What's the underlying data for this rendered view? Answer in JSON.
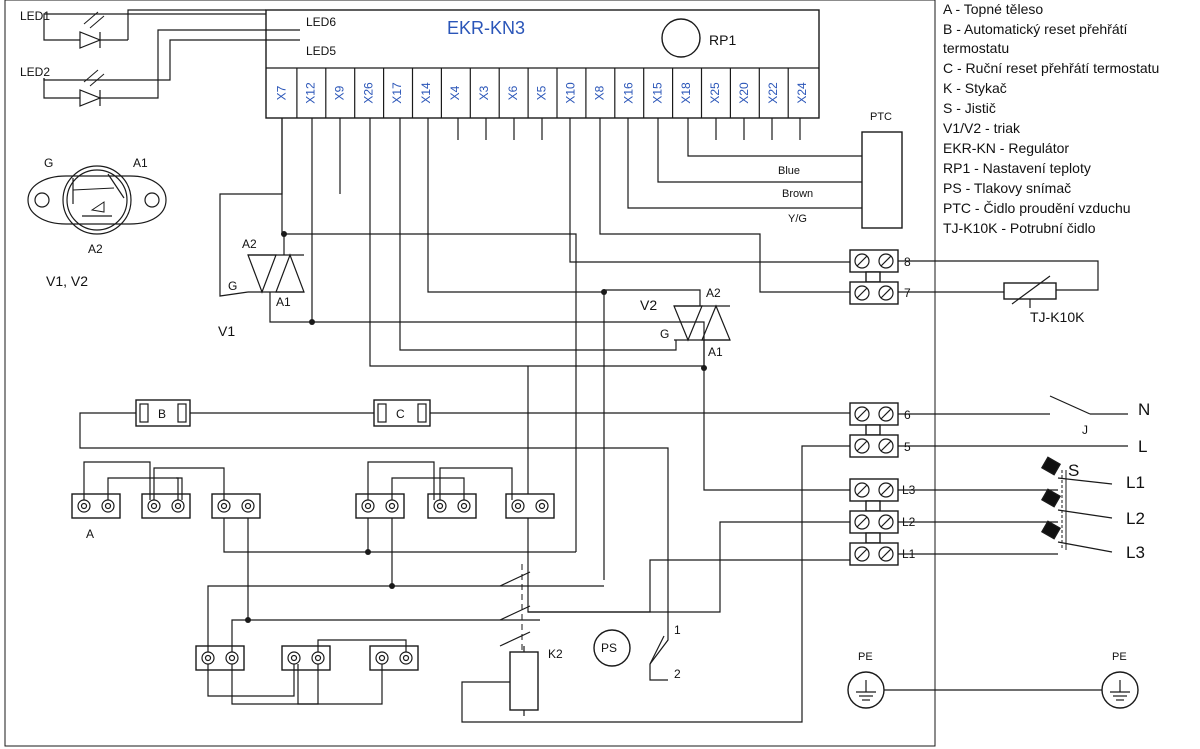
{
  "controller": {
    "title": "EKR-KN3",
    "potentiometer": "RP1",
    "led_tab_labels": [
      "LED6",
      "LED5"
    ],
    "pins": [
      "X7",
      "X12",
      "X9",
      "X26",
      "X17",
      "X14",
      "X4",
      "X3",
      "X6",
      "X5",
      "X10",
      "X8",
      "X16",
      "X15",
      "X18",
      "X25",
      "X20",
      "X22",
      "X24"
    ]
  },
  "leds": [
    "LED1",
    "LED2"
  ],
  "triac_footprint": {
    "label": "V1, V2",
    "pin_g": "G",
    "pin_a1": "A1",
    "pin_a2": "A2"
  },
  "triac_v1": {
    "name": "V1",
    "a2": "A2",
    "g": "G",
    "a1": "A1"
  },
  "triac_v2": {
    "name": "V2",
    "a2": "A2",
    "g": "G",
    "a1": "A1"
  },
  "ptc": {
    "label": "PTC",
    "wires": [
      "Blue",
      "Brown",
      "Y/G"
    ]
  },
  "terminals": {
    "t8": "8",
    "t7": "7",
    "t6": "6",
    "t5": "5",
    "l3": "L3",
    "l2": "L2",
    "l1": "L1"
  },
  "sensor_tj": "TJ-K10K",
  "thermostat_b": "B",
  "thermostat_c": "C",
  "heater_label": "A",
  "contactor": "K2",
  "pressure_switch": {
    "label": "PS",
    "pin1": "1",
    "pin2": "2"
  },
  "mains": {
    "n": "N",
    "l": "L",
    "switch": "J"
  },
  "breaker": {
    "label": "S",
    "l1": "L1",
    "l2": "L2",
    "l3": "L3"
  },
  "ground": [
    "PE",
    "PE"
  ],
  "legend": [
    "A - Topné těleso",
    "B - Automatický reset přehřátí",
    "termostatu",
    "C - Ruční reset přehřátí termostatu",
    "K - Stykač",
    "S - Jistič",
    "V1/V2 - triak",
    "EKR-KN - Regulátor",
    "RP1 - Nastavení teploty",
    "PS - Tlakovy snímač",
    "PTC - Čidlo proudění vzduchu",
    "TJ-K10K - Potrubní čidlo"
  ]
}
